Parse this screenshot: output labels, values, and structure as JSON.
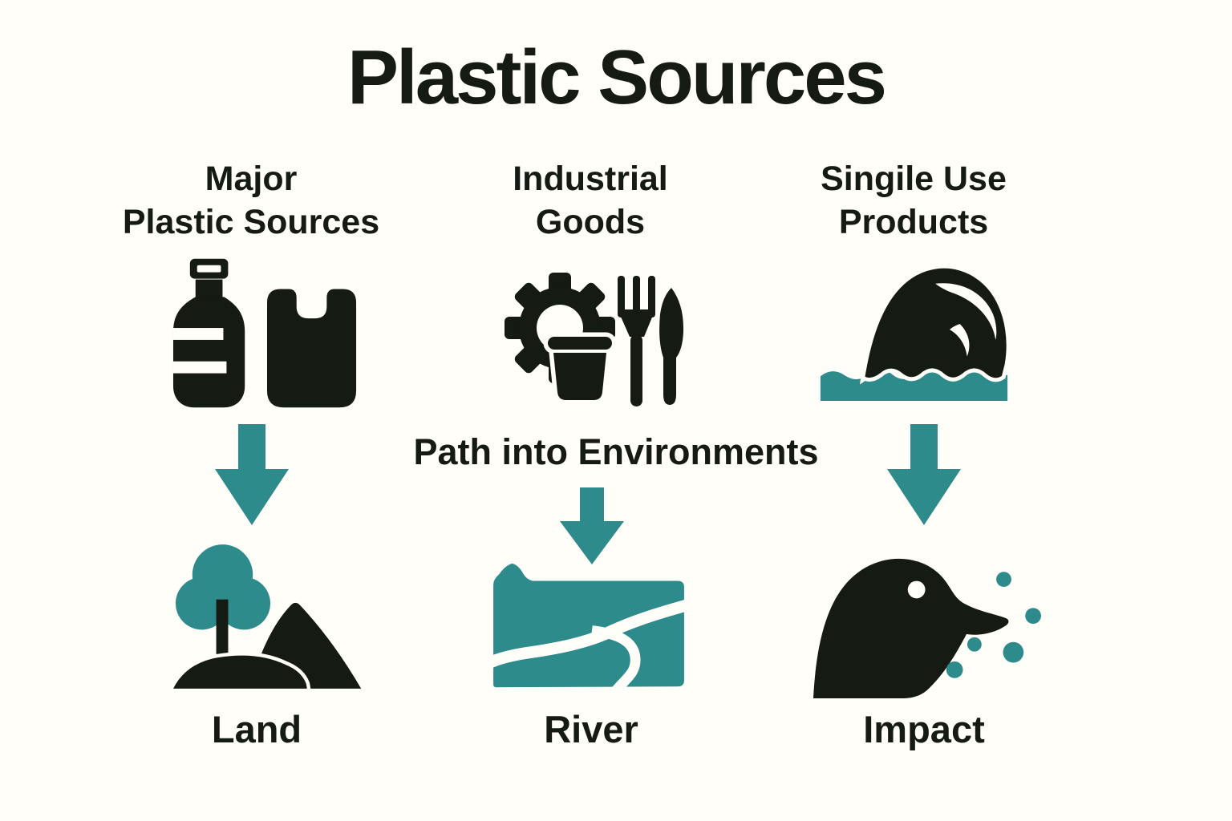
{
  "palette": {
    "teal": "#2E8B8B",
    "ink": "#151A13",
    "background": "#FFFEF9"
  },
  "title": "Plastic Sources",
  "path_label": "Path into Environments",
  "columns": [
    {
      "header_line1": "Major",
      "header_line2": "Plastic Sources",
      "source_icon": "bottle-and-bag-icon",
      "arrow_icon": "down-arrow-icon",
      "destination_icon": "land-icon",
      "destination_label": "Land"
    },
    {
      "header_line1": "Industrial",
      "header_line2": "Goods",
      "source_icon": "gear-cup-cutlery-icon",
      "arrow_icon": "down-arrow-icon",
      "destination_icon": "river-icon",
      "destination_label": "River"
    },
    {
      "header_line1": "Singile Use",
      "header_line2": "Products",
      "source_icon": "ocean-wave-icon",
      "arrow_icon": "down-arrow-icon",
      "destination_icon": "bird-impact-icon",
      "destination_label": "Impact"
    }
  ]
}
